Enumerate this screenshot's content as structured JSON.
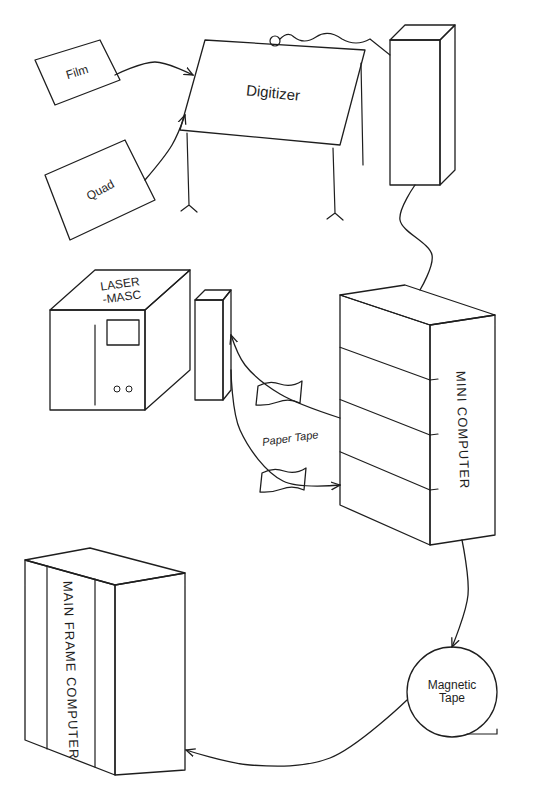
{
  "diagram": {
    "nodes": [
      {
        "text": [
          "Film"
        ]
      },
      {
        "text": [
          "Quad"
        ]
      },
      {
        "text": [
          "Digitizer"
        ]
      },
      {
        "text": [
          "LASER -MASC"
        ]
      },
      {
        "text": [
          "MINI COMPUTER"
        ]
      },
      {
        "text": [
          "Magnetic Tape"
        ]
      },
      {
        "text": [
          "MAIN FRAME COMPUTER"
        ]
      }
    ],
    "edges": [
      {
        "from": 0,
        "to": 2,
        "arrow": "to"
      },
      {
        "from": 1,
        "to": 2,
        "arrow": "to"
      },
      {
        "from": 2,
        "to": 4,
        "arrow": "none"
      },
      {
        "from": 4,
        "to": 3,
        "arrow": "to"
      },
      {
        "from": 3,
        "to": 4,
        "arrow": "to"
      },
      {
        "from": 4,
        "to": 5,
        "arrow": "to"
      },
      {
        "from": 5,
        "to": 6,
        "arrow": "to"
      }
    ],
    "labels": [
      "Paper Tape"
    ]
  }
}
